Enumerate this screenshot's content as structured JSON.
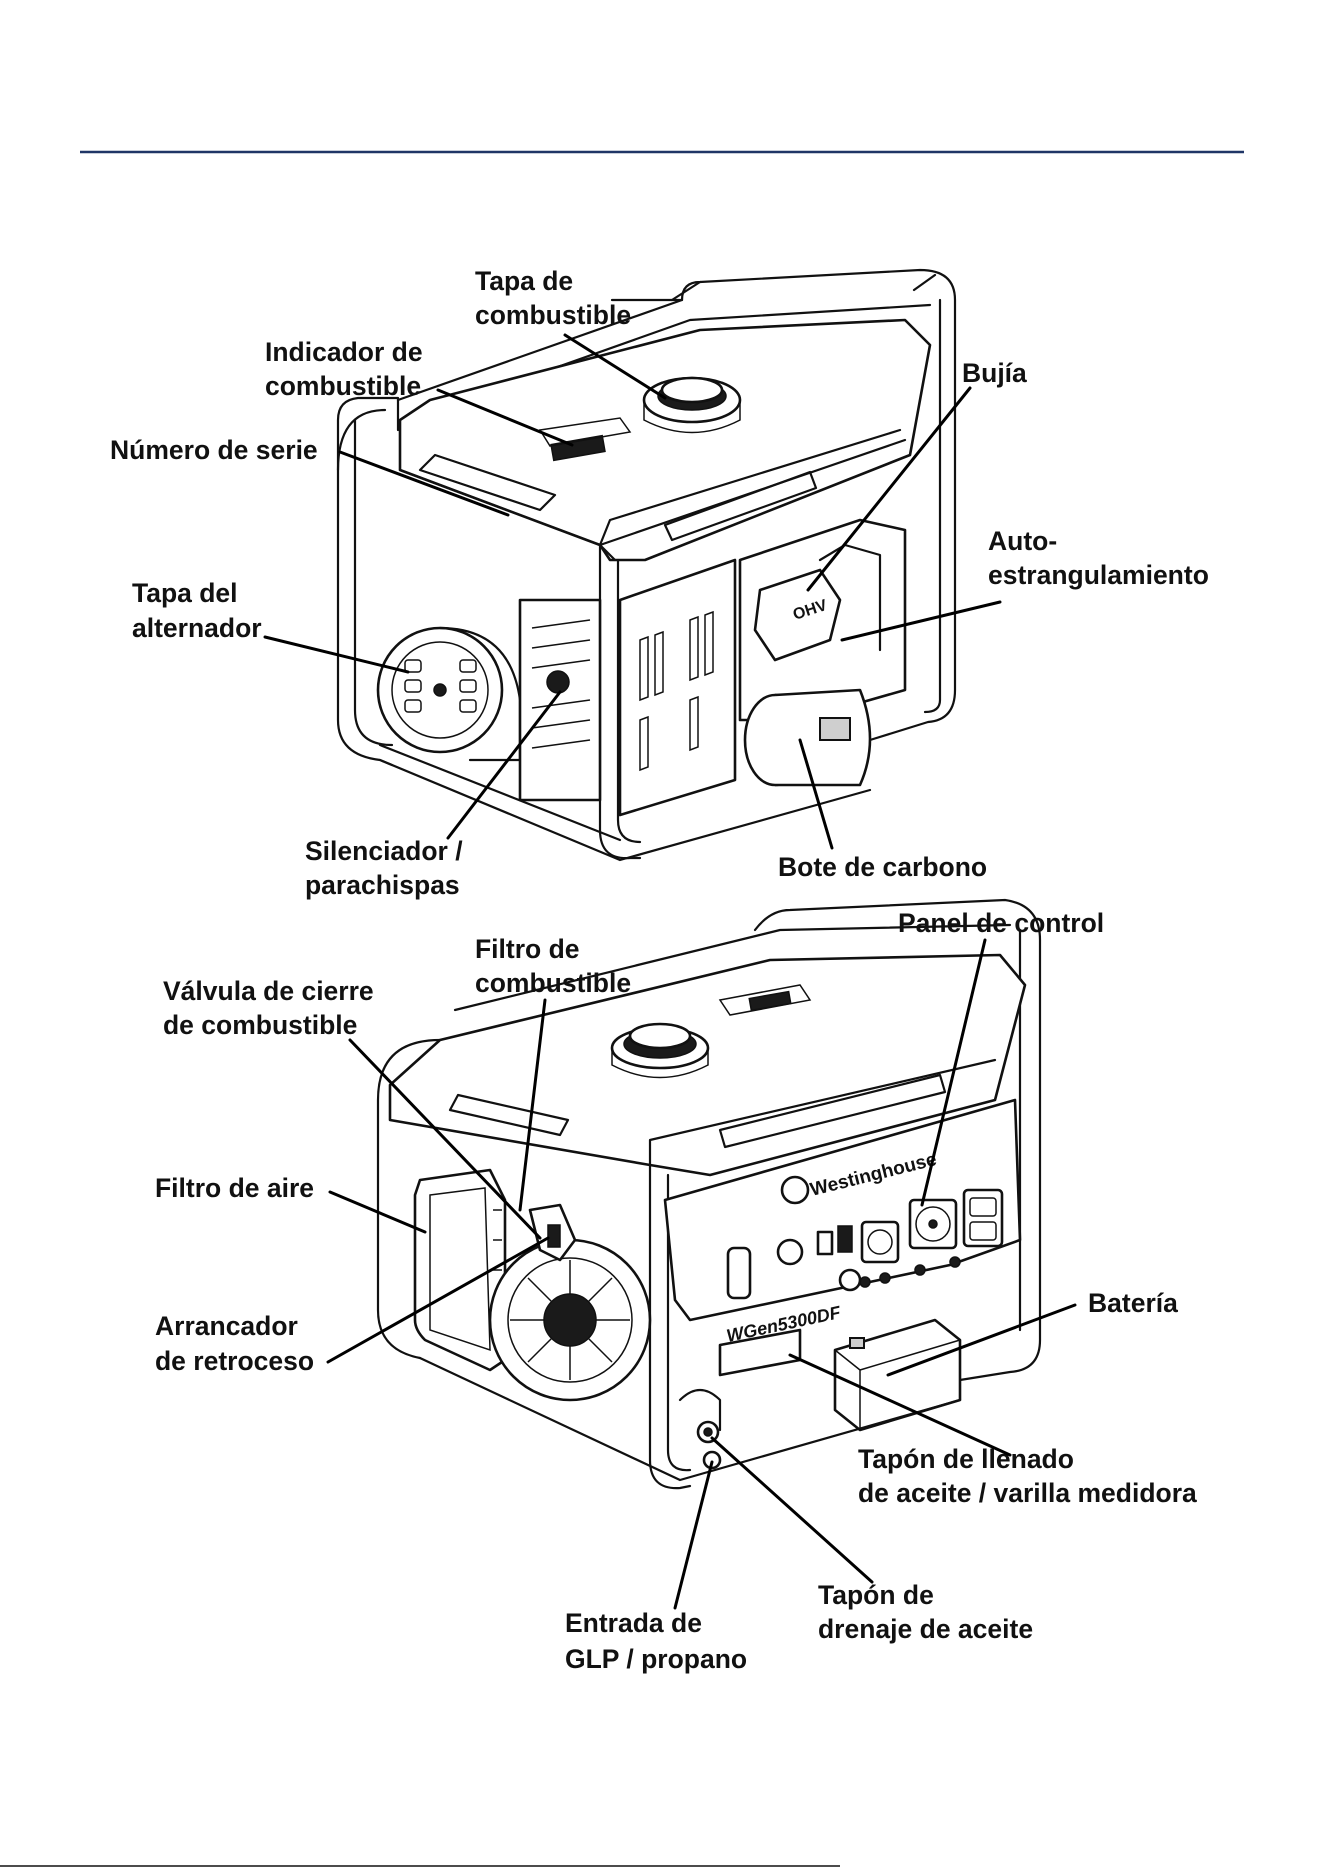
{
  "colors": {
    "rule": "#1f3566",
    "ink": "#111111",
    "paper": "#ffffff"
  },
  "diagram_top": {
    "tapa_combustible": [
      "Tapa de",
      "combustible"
    ],
    "indicador_combustible": [
      "Indicador de",
      "combustible"
    ],
    "numero_serie": [
      "Número de serie"
    ],
    "bujia": [
      "Bujía"
    ],
    "auto_estrangulamiento": [
      "Auto-",
      "estrangulamiento"
    ],
    "tapa_alternador": [
      "Tapa del",
      "alternador"
    ],
    "silenciador": [
      "Silenciador /",
      "parachispas"
    ],
    "bote_carbono": [
      "Bote de carbono"
    ]
  },
  "diagram_bottom": {
    "panel_control": [
      "Panel de control"
    ],
    "filtro_combustible": [
      "Filtro de",
      "combustible"
    ],
    "valvula_cierre": [
      "Válvula de cierre",
      "de combustible"
    ],
    "filtro_aire": [
      "Filtro de aire"
    ],
    "arrancador": [
      "Arrancador",
      "de retroceso"
    ],
    "bateria": [
      "Batería"
    ],
    "tapon_llenado": [
      "Tapón de llenado",
      "de aceite / varilla medidora"
    ],
    "tapon_drenaje": [
      "Tapón de",
      "drenaje de aceite"
    ],
    "entrada_glp": [
      "Entrada de",
      "GLP / propano"
    ]
  },
  "panel_markings": {
    "brand": "Westinghouse",
    "model": "WGen5300DF",
    "engine_badge": "OHV"
  }
}
